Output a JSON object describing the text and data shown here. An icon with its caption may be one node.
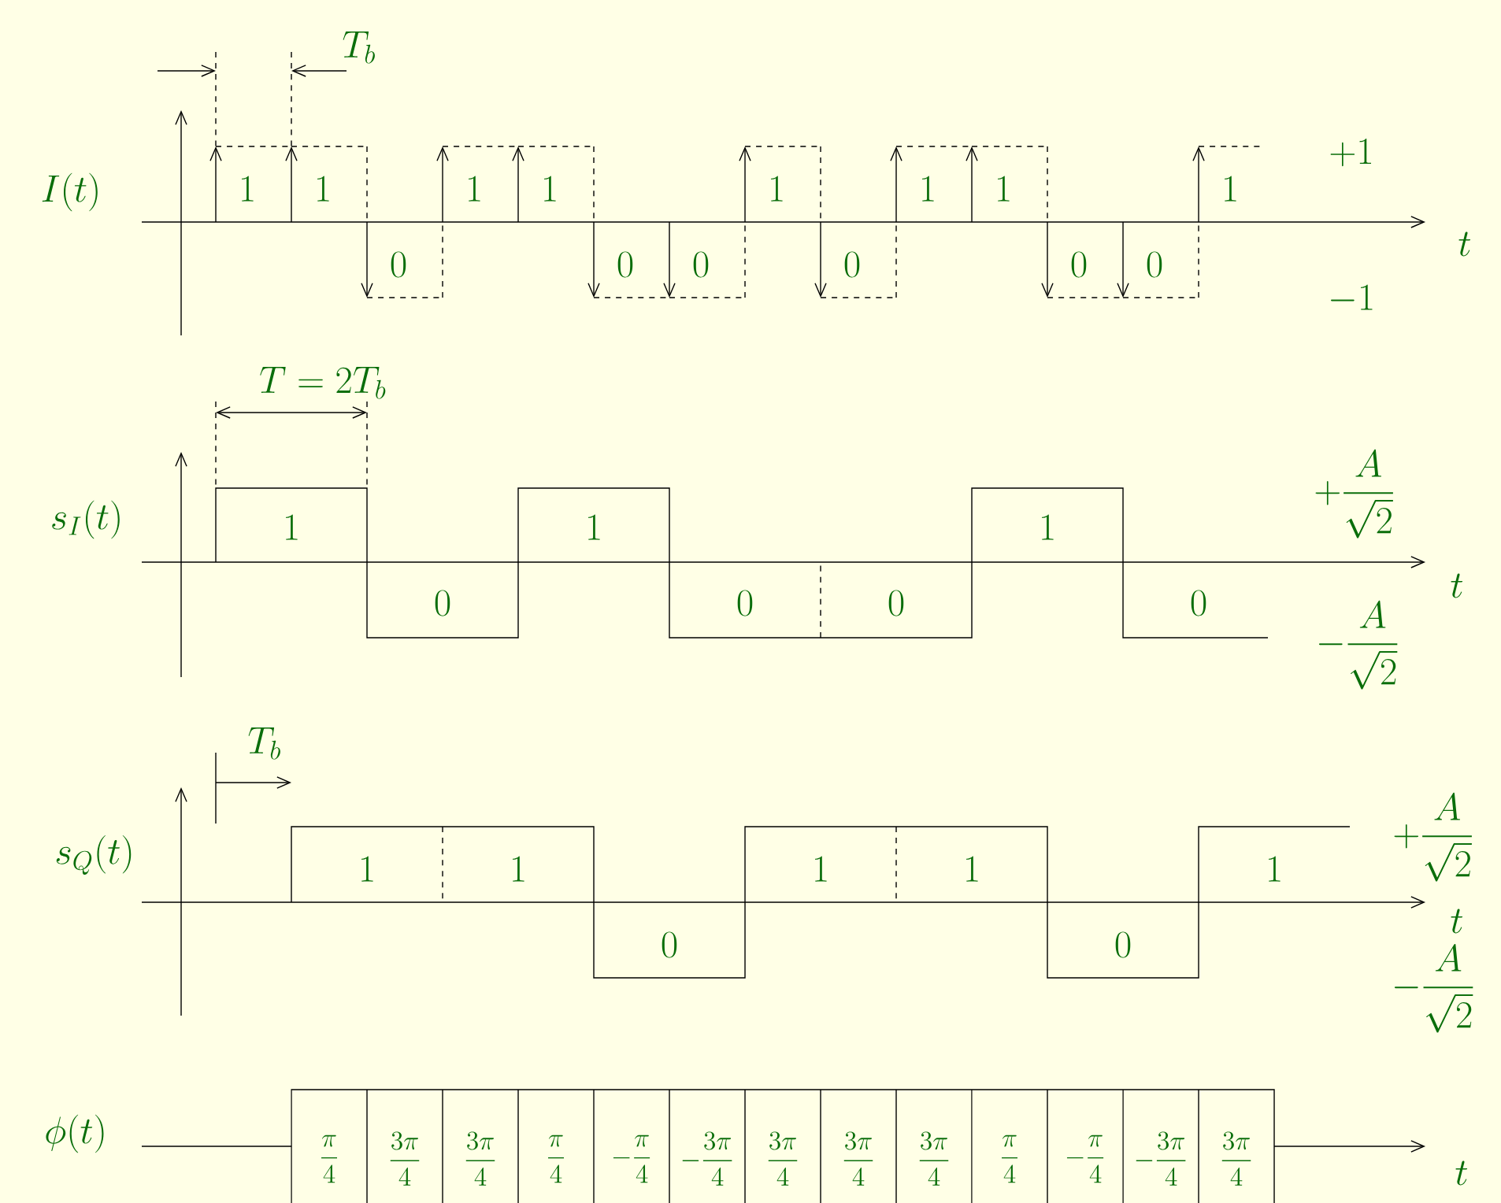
{
  "diagram": {
    "labels": [
      "T_b",
      "I(t)",
      "1",
      "1",
      "0",
      "1",
      "1",
      "0",
      "0",
      "1",
      "0",
      "1",
      "1",
      "0",
      "0",
      "1",
      "+1",
      "t",
      "-1",
      "T = 2T_b",
      "s_I(t)",
      "+\\frac{A}{\\sqrt{2}}",
      "1",
      "0",
      "1",
      "0",
      "0",
      "1",
      "0",
      "t",
      "-\\frac{A}{\\sqrt{2}}",
      "T_b",
      "s_Q(t)",
      "1",
      "1",
      "0",
      "1",
      "1",
      "0",
      "1",
      "+\\frac{A}{\\sqrt{2}}",
      "t",
      "-\\frac{A}{\\sqrt{2}}",
      "\\phi(t)",
      "\\frac{\\pi}{4}",
      "\\frac{3\\pi}{4}",
      "\\frac{3\\pi}{4}",
      "\\frac{\\pi}{4}",
      "-\\frac{\\pi}{4}",
      "-\\frac{3\\pi}{4}",
      "\\frac{3\\pi}{4}",
      "\\frac{3\\pi}{4}",
      "\\frac{3\\pi}{4}",
      "\\frac{\\pi}{4}",
      "-\\frac{\\pi}{4}",
      "-\\frac{3\\pi}{4}",
      "\\frac{3\\pi}{4}",
      "t"
    ]
  }
}
